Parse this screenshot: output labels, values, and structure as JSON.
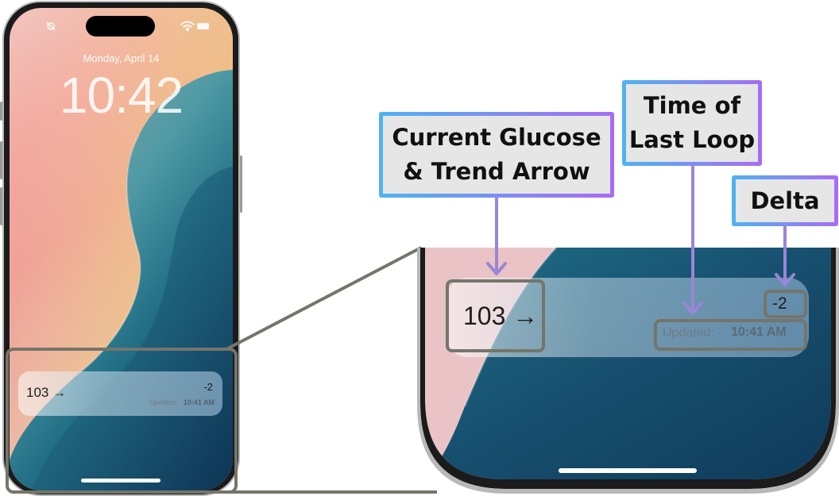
{
  "lock_screen": {
    "date": "Monday, April 14",
    "time": "10:42"
  },
  "widget": {
    "glucose": "103",
    "trend_arrow": "→",
    "glucose_with_trend": "103 →",
    "delta": "-2",
    "updated_label": "Updated:",
    "updated_time": "10:41 AM"
  },
  "callouts": {
    "glucose": [
      "Current Glucose",
      "& Trend Arrow"
    ],
    "last_loop": [
      "Time of",
      "Last Loop"
    ],
    "delta": [
      "Delta"
    ]
  },
  "colors": {
    "highlight_box": "#75756b",
    "callout_fill": "#e6e6e6",
    "callout_border_start": "#4fb3f0",
    "callout_border_end": "#a86cf2",
    "arrow": "#9b85d6",
    "phone_frame": "#2a2a2a"
  }
}
